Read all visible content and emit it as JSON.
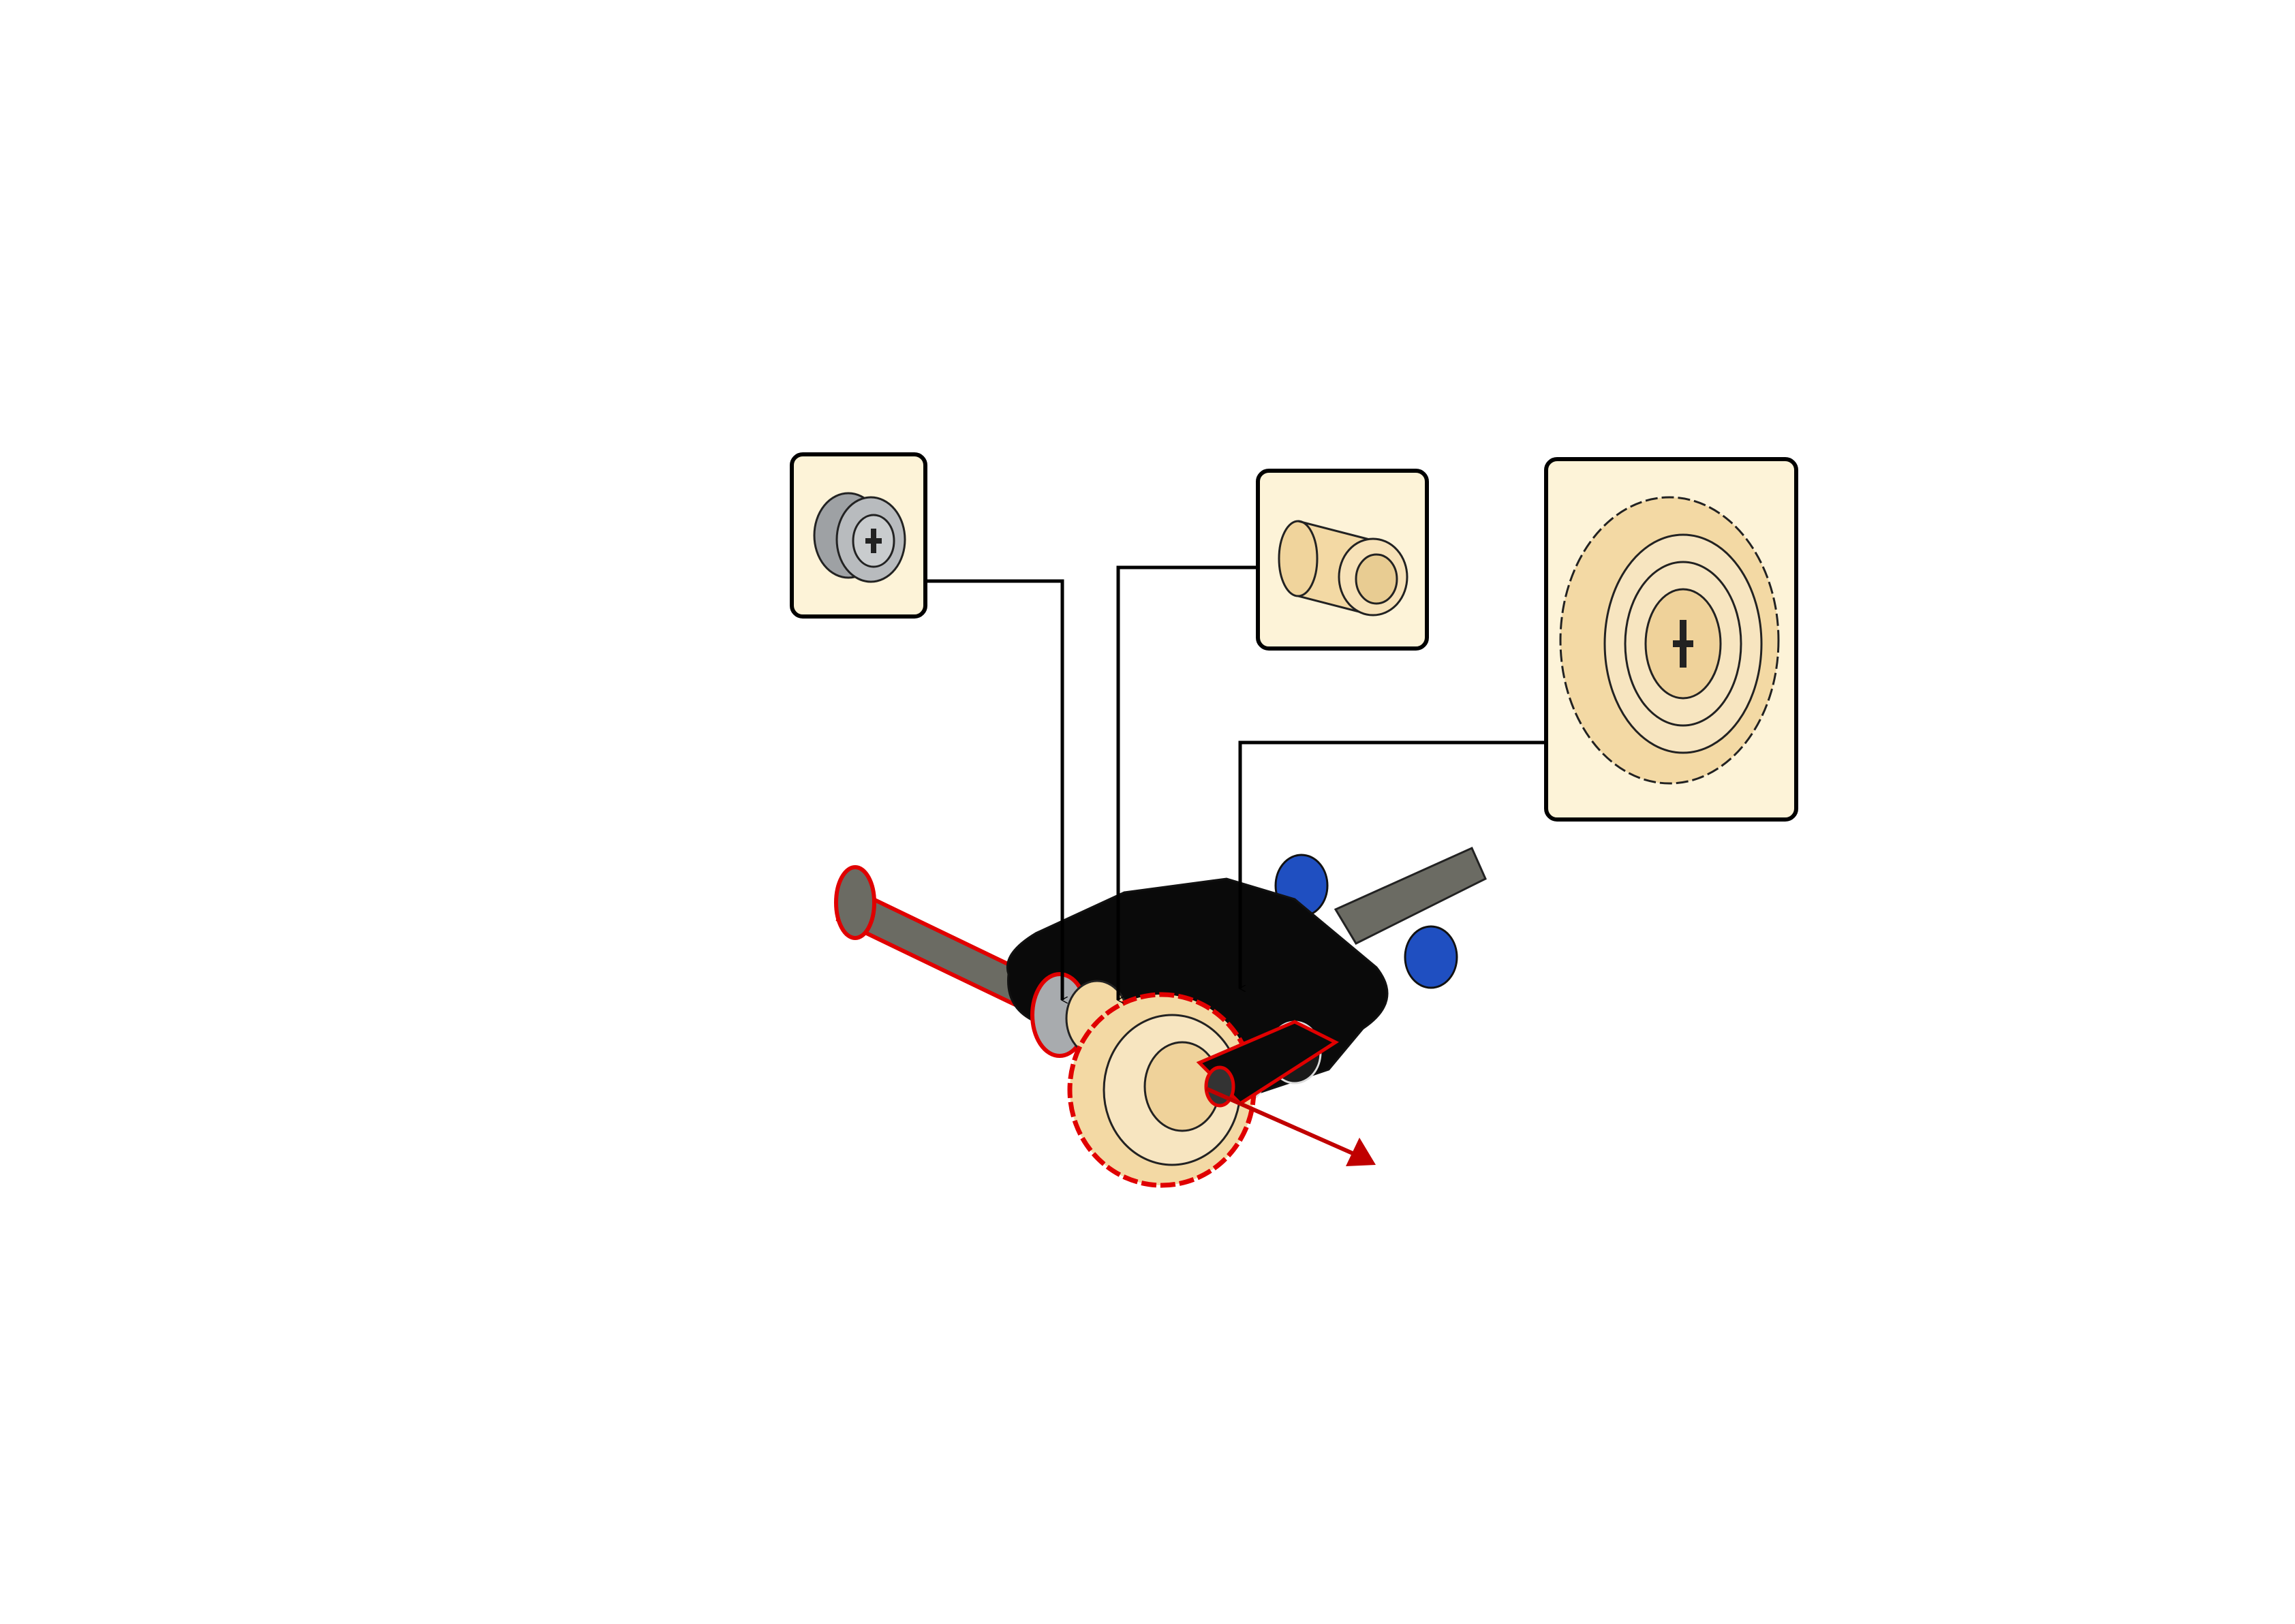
{
  "colors": {
    "callout_background": "#fdf3d8",
    "callout_border": "#000000",
    "tan_part": "#f3d9a4",
    "light_gray_part": "#a8abae",
    "dark_gray_axle": "#6b6b63",
    "black_beam": "#0a0a0a",
    "blue_pin": "#1f4fc1",
    "highlight_outline": "#e00000",
    "direction_arrow": "#c00000"
  },
  "callouts": [
    {
      "part": "light-gray-bush"
    },
    {
      "part": "tan-axle-connector"
    },
    {
      "part": "tan-bevel-gear-20-tooth"
    }
  ]
}
